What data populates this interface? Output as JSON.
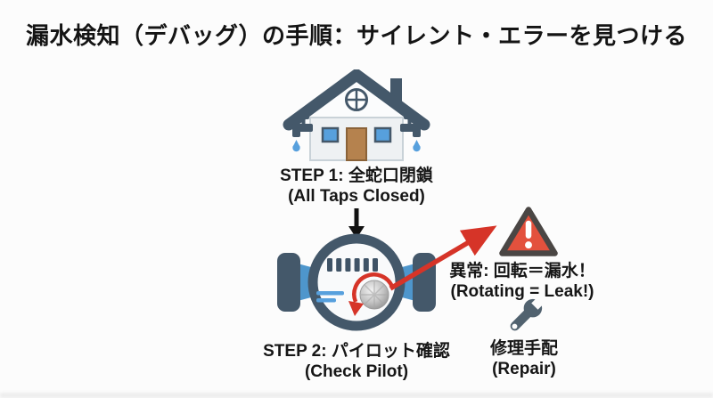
{
  "title": "漏水検知（デバッグ）の手順：サイレント・エラーを見つける",
  "step1": {
    "jp": "STEP 1: 全蛇口閉鎖",
    "en": "(All Taps Closed)"
  },
  "step2": {
    "jp": "STEP 2: パイロット確認",
    "en": "(Check Pilot)"
  },
  "alert": {
    "jp": "異常: 回転＝漏水！",
    "en": "(Rotating = Leak!)"
  },
  "repair": {
    "jp": "修理手配",
    "en": "(Repair)"
  },
  "icons": {
    "house": "house-with-taps-icon",
    "down_arrow": "down-arrow-icon",
    "meter": "water-meter-icon",
    "pilot_rotation": "pilot-rotation-arrow-icon",
    "leak_arrow": "leak-arrow-icon",
    "warning": "warning-triangle-icon",
    "wrench": "wrench-icon",
    "water_drop": "water-drop-icon"
  },
  "colors": {
    "slate": "#44586a",
    "pipe_blue": "#4e96cc",
    "light_blue": "#57a0dd",
    "red": "#d63428",
    "triangle_fill": "#e3513d",
    "triangle_outline": "#4a4644",
    "door_brown": "#b5824e",
    "wall": "#eef1f3",
    "text": "#141414",
    "background": "#fcfcfc"
  }
}
